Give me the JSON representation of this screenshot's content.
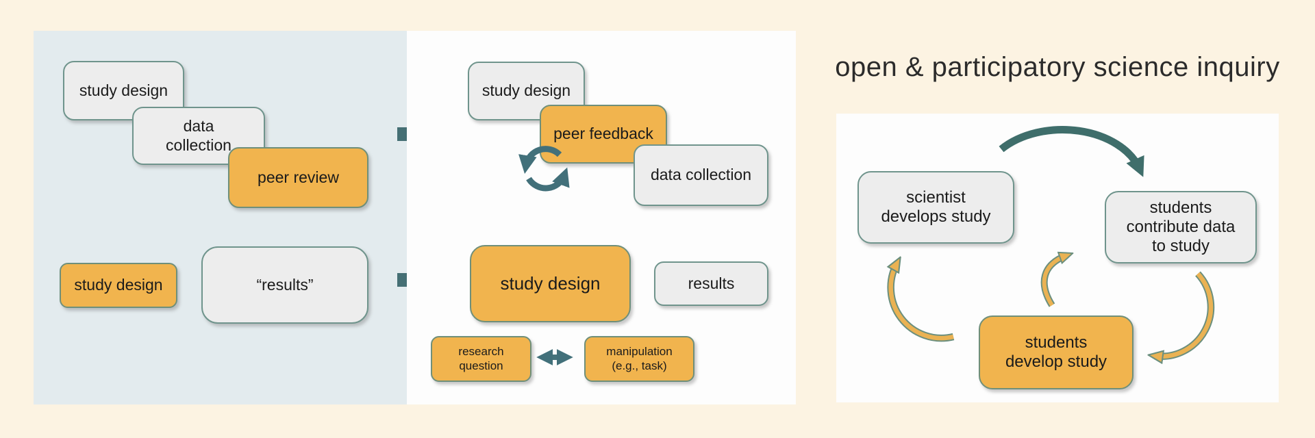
{
  "title": "open & participatory science inquiry",
  "left_panel": {
    "study_design_top": "study design",
    "data_collection": "data\ncollection",
    "peer_review": "peer review",
    "study_design_bottom": "study design",
    "results_quoted": "“results”"
  },
  "middle_panel": {
    "study_design_top": "study design",
    "peer_feedback": "peer feedback",
    "data_collection": "data collection",
    "study_design_bottom": "study design",
    "results": "results",
    "research_question": "research\nquestion",
    "manipulation": "manipulation\n(e.g., task)"
  },
  "right_panel": {
    "scientist_develops_study": "scientist\ndevelops study",
    "students_contribute_data": "students\ncontribute data\nto study",
    "students_develop_study": "students\ndevelop study"
  },
  "colors": {
    "background": "#fcf3e2",
    "left_panel_background": "#e3ebee",
    "white_panel_background": "#fdfdfd",
    "box_gray_fill": "#ededed",
    "box_gray_border": "#6f948c",
    "box_orange_fill": "#f1b44e",
    "box_orange_border": "#6f8f7a",
    "arrow_teal": "#42707a",
    "arrow_gold": "#eab253",
    "text": "#1b1b1b"
  }
}
